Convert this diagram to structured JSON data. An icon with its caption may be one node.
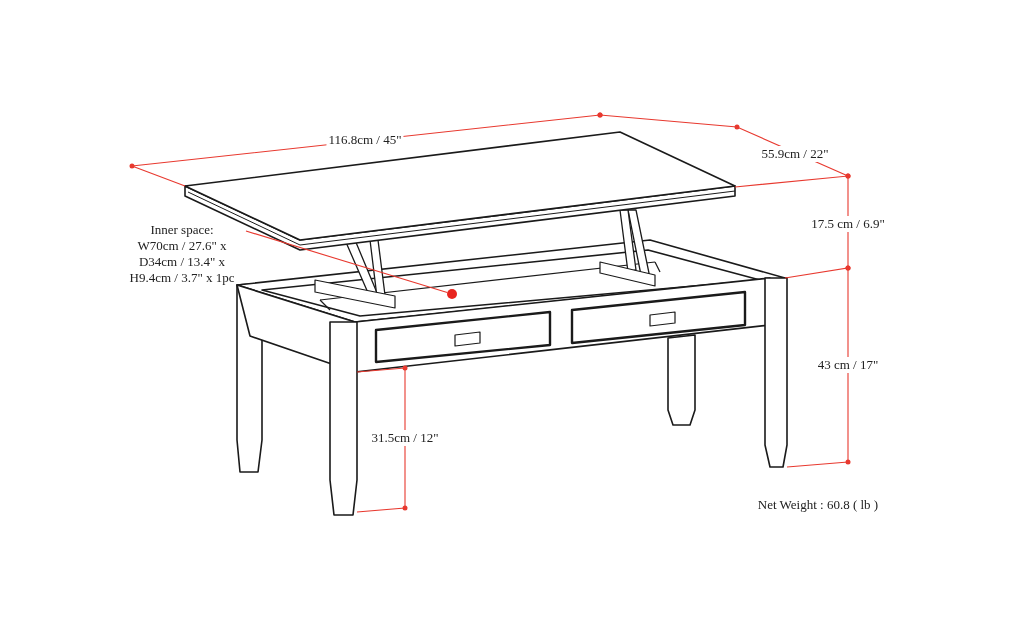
{
  "diagram": {
    "nodes": [
      {
        "text": [
          "Inner space:",
          "W70cm / 27.6\" x D34cm / 13.4\" x H9.4cm / 3.7\" x 1pc"
        ]
      },
      {
        "text": [],
        "shape": "circle"
      }
    ],
    "edges": [
      {
        "from": 0,
        "to": 1,
        "arrow": "none",
        "color": "#e8392f"
      }
    ],
    "labels": [
      "116.8cm / 45\"",
      "55.9cm / 22\"",
      "17.5 cm / 6.9\"",
      "43 cm / 17\"",
      "31.5cm / 12\"",
      "Net Weight : 60.8 ( lb )"
    ]
  }
}
